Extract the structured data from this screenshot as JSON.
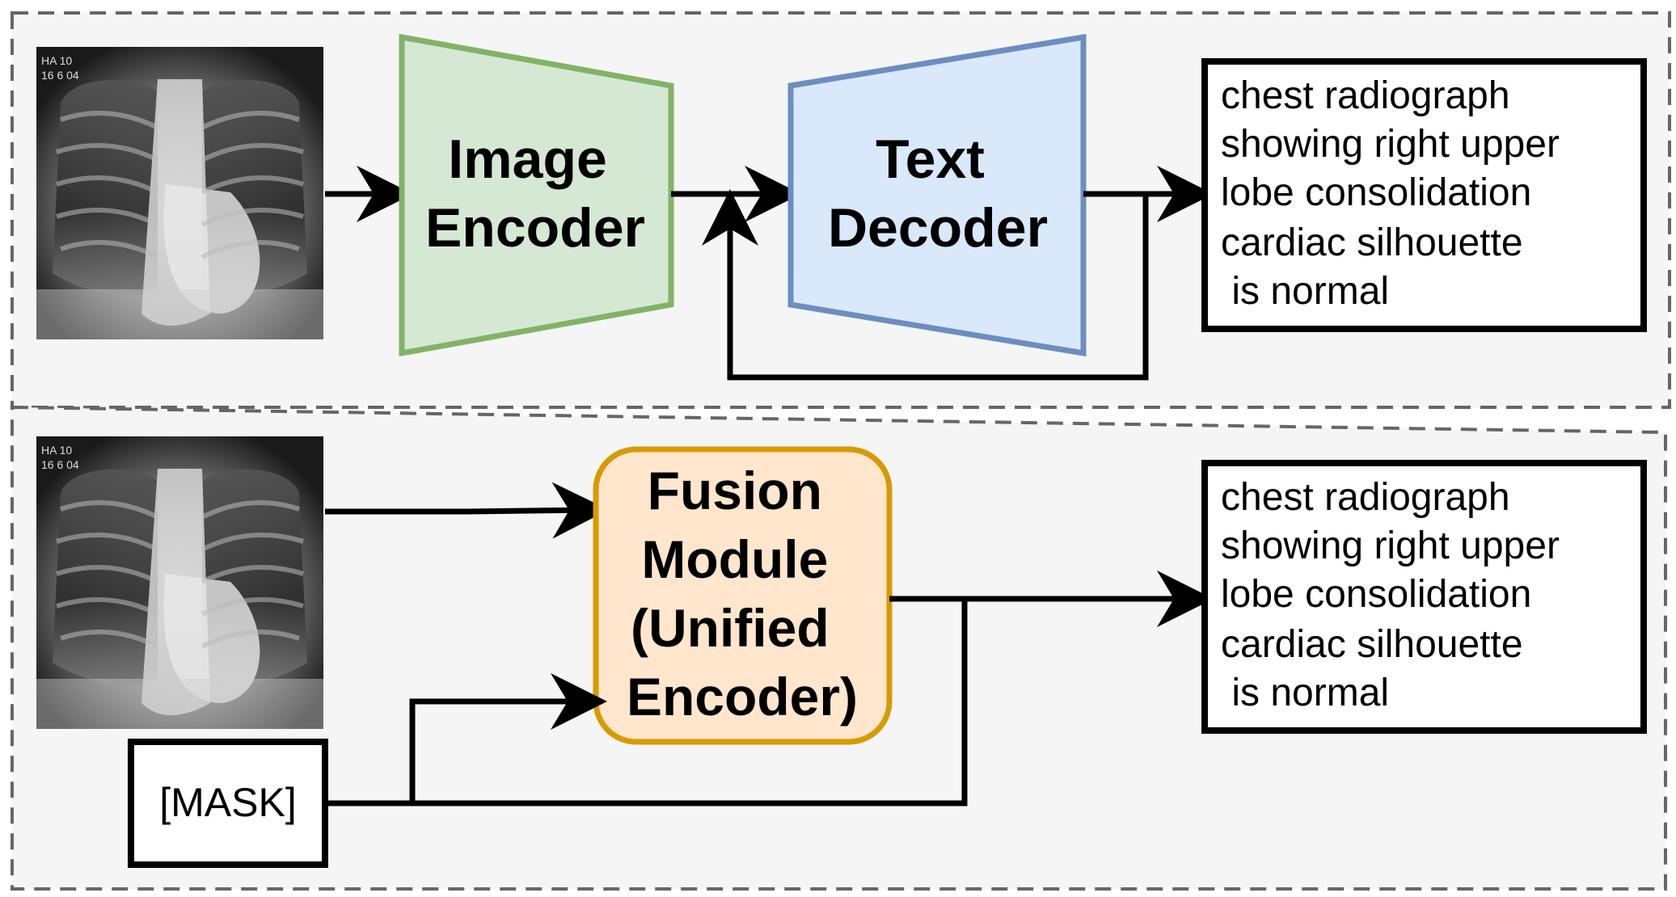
{
  "top": {
    "encoder_lines": [
      "Image",
      "Encoder"
    ],
    "decoder_lines": [
      "Text",
      "Decoder"
    ],
    "output_lines": [
      "chest radiograph",
      "showing right upper",
      "lobe consolidation",
      "cardiac silhouette",
      " is normal"
    ],
    "encoder_fill": "#d5e8d4",
    "encoder_stroke": "#82b366",
    "decoder_fill": "#dae8fc",
    "decoder_stroke": "#6c8ebf"
  },
  "bottom": {
    "fusion_lines": [
      "Fusion",
      "Module",
      "(Unified",
      "Encoder)"
    ],
    "mask_label": "[MASK]",
    "output_lines": [
      "chest radiograph",
      "showing right upper",
      "lobe consolidation",
      "cardiac silhouette",
      " is normal"
    ],
    "fusion_fill": "#ffe6cc",
    "fusion_stroke": "#d79b00"
  },
  "icons": {
    "xray": "chest-xray-image"
  }
}
